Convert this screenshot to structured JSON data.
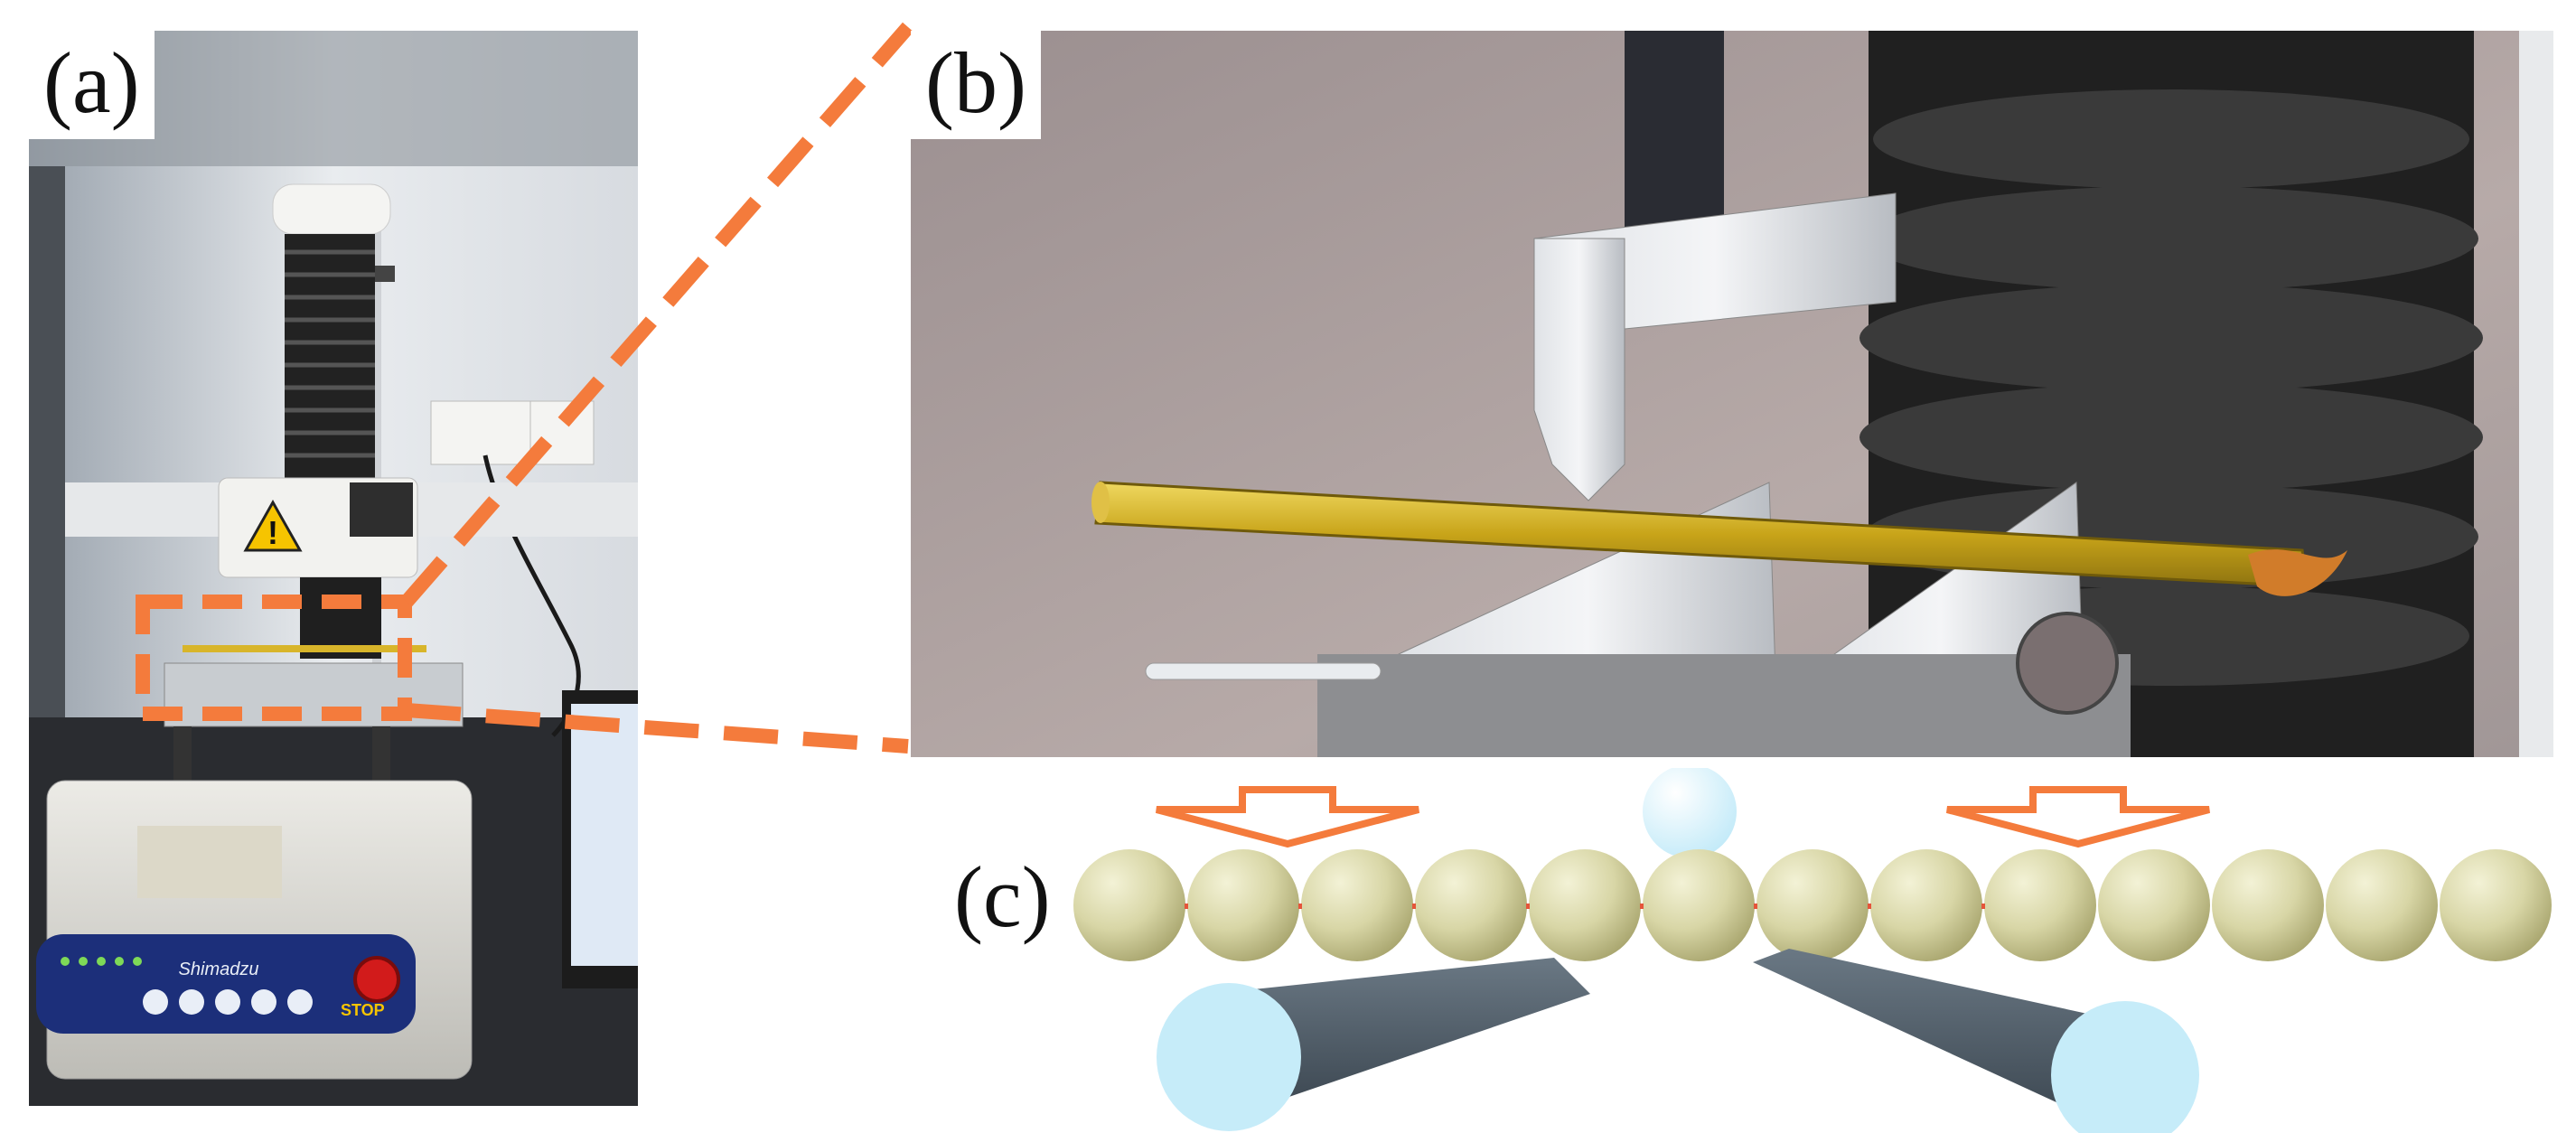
{
  "panels": {
    "a": {
      "label": "(a)"
    },
    "b": {
      "label": "(b)"
    },
    "c": {
      "label": "(c)"
    }
  },
  "machine": {
    "brand_text": "Shimadzu",
    "stop_text": "STOP"
  },
  "colors": {
    "accent_orange": "#f47b3c",
    "sphere": "#d8d6a6",
    "cylinder": "#4c5a66",
    "cylinder_face": "#c6ecf9",
    "background": "#ffffff"
  },
  "icons": {
    "warning": "warning-triangle-icon",
    "down_arrow": "down-arrow-icon"
  }
}
